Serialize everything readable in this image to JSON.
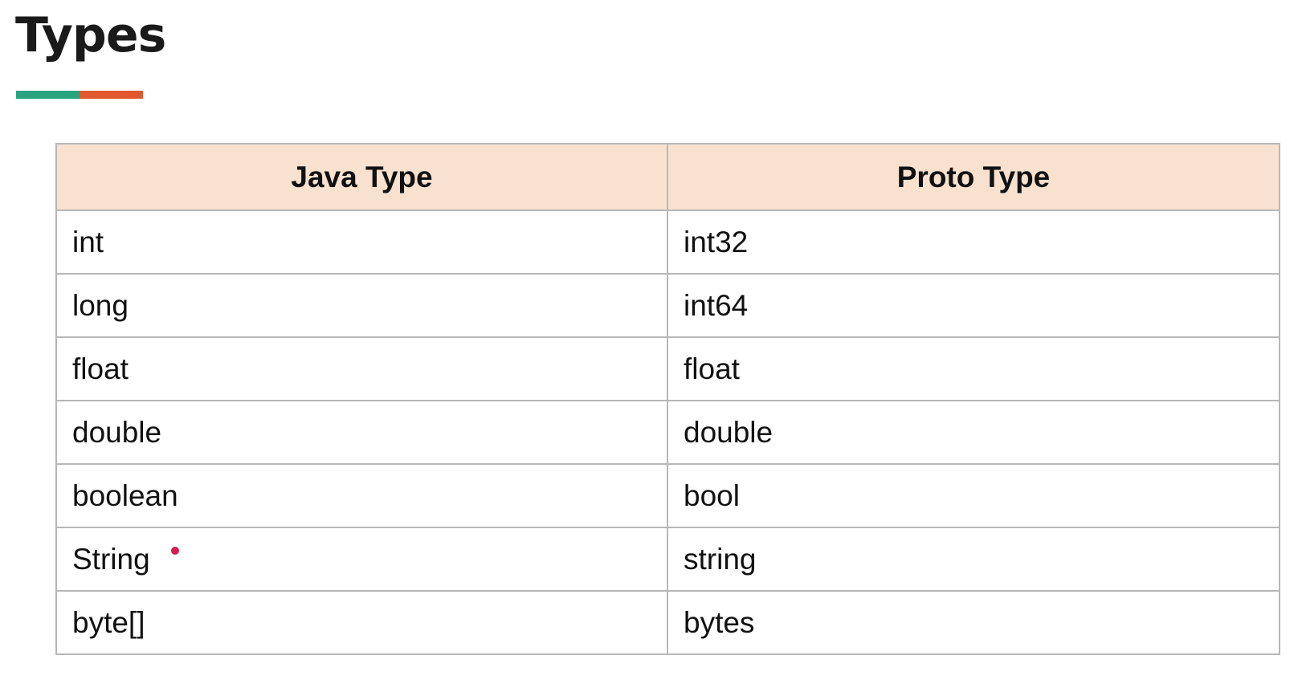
{
  "page": {
    "title": "Types"
  },
  "colors": {
    "title_underline_left": "#2aa37f",
    "title_underline_right": "#e0582e",
    "header_background": "#f8e1cf",
    "annotation_dot": "#d21d4f"
  },
  "table": {
    "headers": [
      "Java Type",
      "Proto Type"
    ],
    "rows": [
      [
        "int",
        "int32"
      ],
      [
        "long",
        "int64"
      ],
      [
        "float",
        "float"
      ],
      [
        "double",
        "double"
      ],
      [
        "boolean",
        "bool"
      ],
      [
        "String",
        "string"
      ],
      [
        "byte[]",
        "bytes"
      ]
    ]
  }
}
